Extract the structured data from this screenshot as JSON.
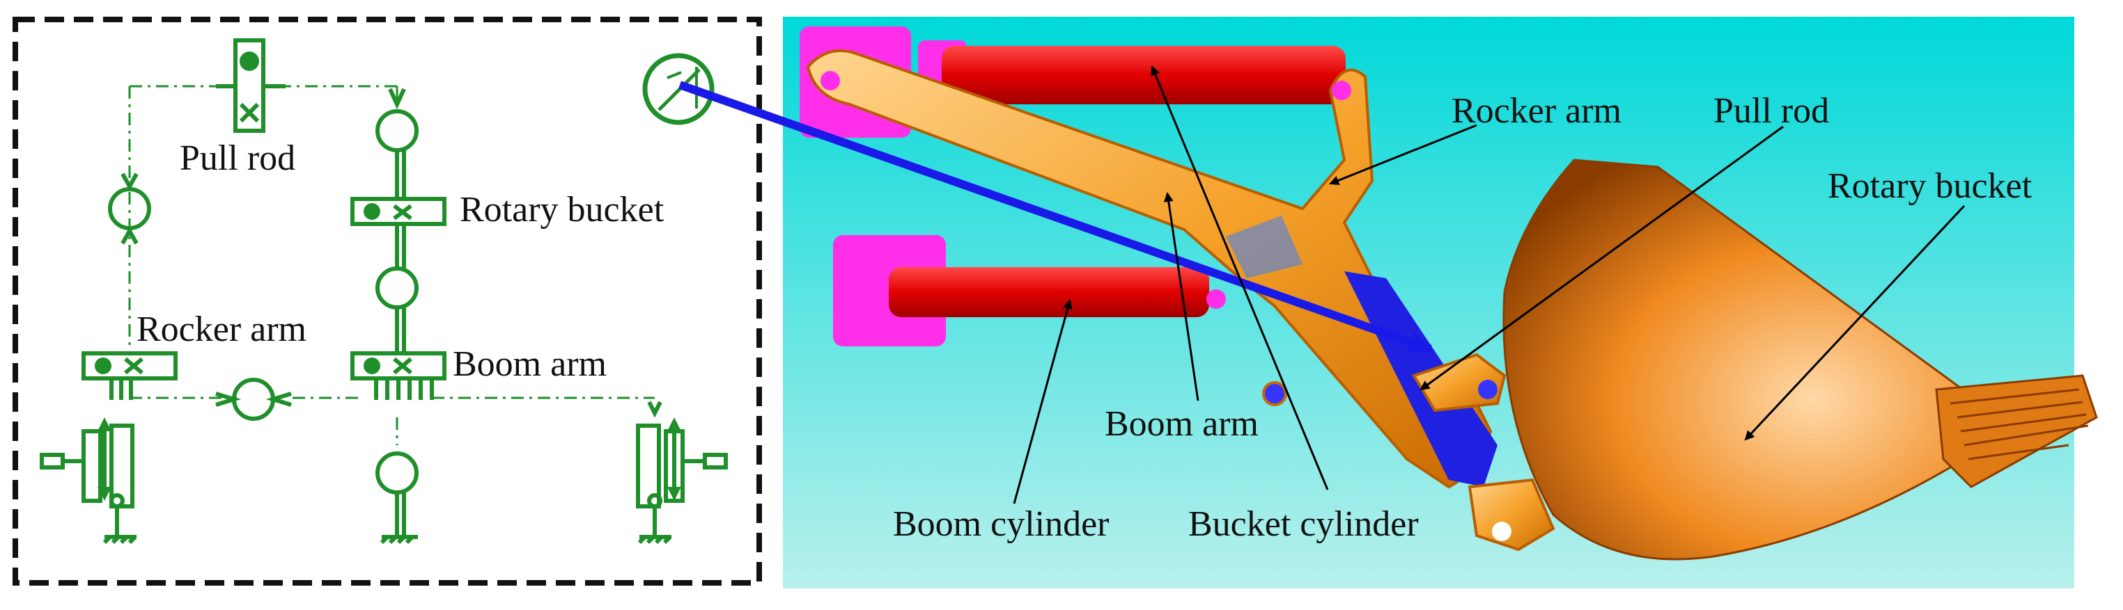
{
  "schematic": {
    "labels": {
      "pull_rod": "Pull rod",
      "rotary_bucket": "Rotary bucket",
      "rocker_arm": "Rocker arm",
      "boom_arm": "Boom arm"
    }
  },
  "model": {
    "labels": {
      "rocker_arm": "Rocker arm",
      "pull_rod": "Pull rod",
      "rotary_bucket": "Rotary bucket",
      "boom_arm": "Boom arm",
      "boom_cylinder": "Boom cylinder",
      "bucket_cylinder": "Bucket cylinder"
    }
  },
  "colors": {
    "schematic_green": "#1f8f2a",
    "sky_top": "#00d8d8",
    "sky_bottom": "#b8f0ec",
    "boom_orange": "#f39a1a",
    "cylinder_red": "#e01010",
    "mount_magenta": "#ff2ee8",
    "connector_blue": "#1a1ae8"
  }
}
